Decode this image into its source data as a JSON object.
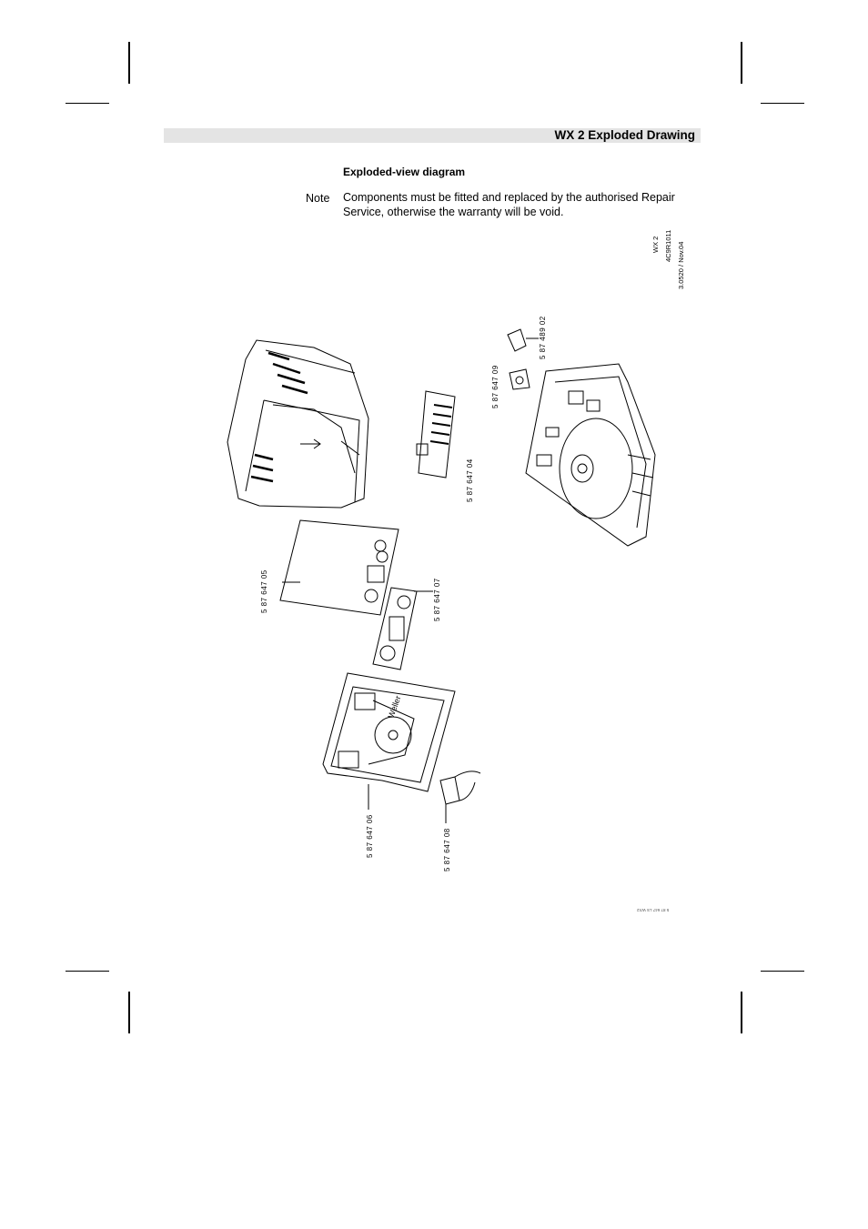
{
  "header": {
    "title": "WX 2 Exploded Drawing"
  },
  "section": {
    "heading": "Exploded-view diagram"
  },
  "note": {
    "label": "Note",
    "text": "Components must be fitted and replaced by the authorised Repair Service, otherwise the warranty will be void."
  },
  "drawing_info": {
    "line1": "WX 2",
    "line2": "4C9R1011",
    "line3": "3.0520 / Nov.04"
  },
  "part_numbers": [
    "5 87 489 02",
    "5 87 647 09",
    "5 87 647 04",
    "5 87 647 05",
    "5 87 647 07",
    "5 87 647 06",
    "5 87 647 08"
  ],
  "brand_mark": "Weller",
  "footer_code": "5 87 647 LS WX2"
}
